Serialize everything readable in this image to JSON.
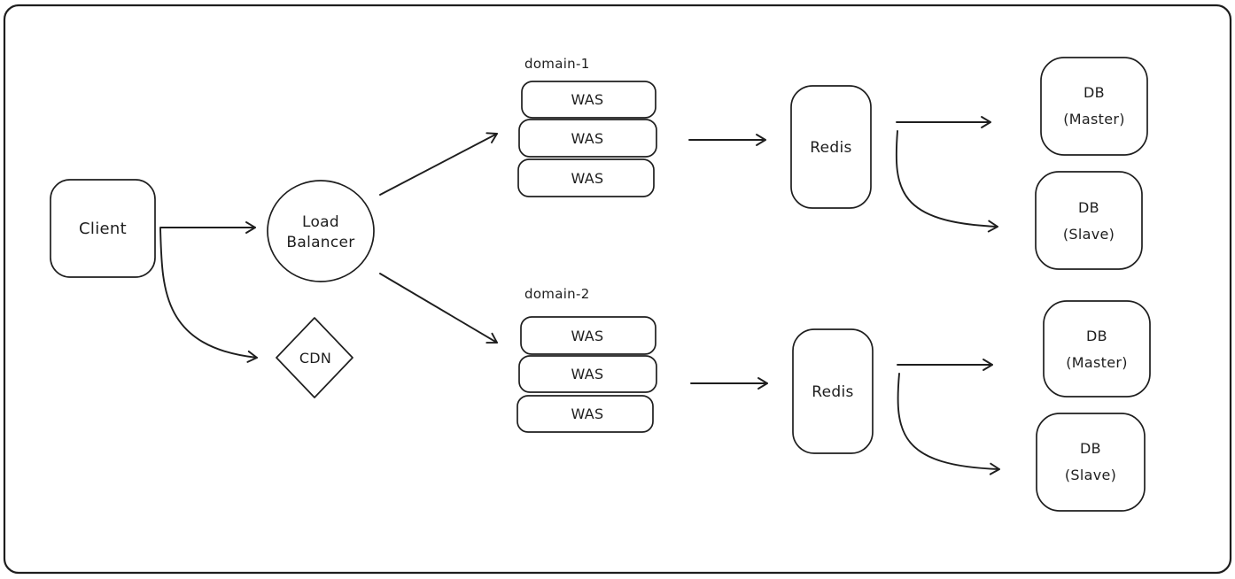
{
  "diagram": {
    "colors": {
      "stroke": "#1e1e1e",
      "background": "#ffffff"
    },
    "nodes": {
      "client": {
        "label": "Client",
        "shape": "rounded-rectangle"
      },
      "load_balancer": {
        "lines": [
          "Load",
          "Balancer"
        ],
        "shape": "circle"
      },
      "cdn": {
        "label": "CDN",
        "shape": "diamond"
      },
      "domain1": {
        "label": "domain-1",
        "servers": [
          "WAS",
          "WAS",
          "WAS"
        ]
      },
      "redis1": {
        "label": "Redis",
        "shape": "rounded-rectangle"
      },
      "db_master1": {
        "lines": [
          "DB",
          "(Master)"
        ],
        "shape": "rounded-rectangle"
      },
      "db_slave1": {
        "lines": [
          "DB",
          "(Slave)"
        ],
        "shape": "rounded-rectangle"
      },
      "domain2": {
        "label": "domain-2",
        "servers": [
          "WAS",
          "WAS",
          "WAS"
        ]
      },
      "redis2": {
        "label": "Redis",
        "shape": "rounded-rectangle"
      },
      "db_master2": {
        "lines": [
          "DB",
          "(Master)"
        ],
        "shape": "rounded-rectangle"
      },
      "db_slave2": {
        "lines": [
          "DB",
          "(Slave)"
        ],
        "shape": "rounded-rectangle"
      }
    },
    "edges": [
      {
        "from": "client",
        "to": "load_balancer"
      },
      {
        "from": "client",
        "to": "cdn"
      },
      {
        "from": "load_balancer",
        "to": "domain1"
      },
      {
        "from": "load_balancer",
        "to": "domain2"
      },
      {
        "from": "domain1",
        "to": "redis1"
      },
      {
        "from": "redis1",
        "to": "db_master1"
      },
      {
        "from": "redis1",
        "to": "db_slave1"
      },
      {
        "from": "domain2",
        "to": "redis2"
      },
      {
        "from": "redis2",
        "to": "db_master2"
      },
      {
        "from": "redis2",
        "to": "db_slave2"
      }
    ]
  }
}
